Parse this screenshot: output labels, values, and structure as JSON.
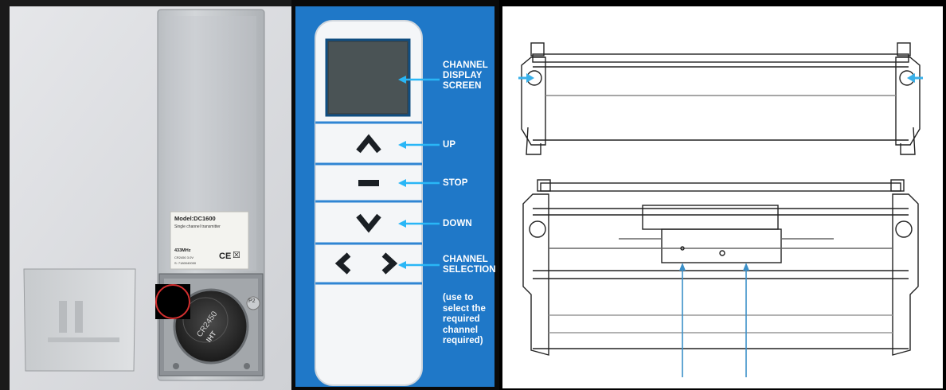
{
  "photo": {
    "label": {
      "model": "Model:DC1600",
      "description": "Single channel transmitter",
      "frequency": "433MHz",
      "battery_small": "CR2450 3.0V",
      "serial": "S: 7180040000"
    },
    "battery_text": "CR2450",
    "battery_brand": "IHT",
    "marking": "P2"
  },
  "remote": {
    "labels": {
      "display": "CHANNEL DISPLAY SCREEN",
      "up": "UP",
      "stop": "STOP",
      "down": "DOWN",
      "selection": "CHANNEL SELECTION",
      "note": "(use to select the required channel required)"
    },
    "colors": {
      "panel_blue": "#1a73c4",
      "arrow": "#29b6f6"
    },
    "icons": [
      "chevron-up-icon",
      "dash-icon",
      "chevron-down-icon",
      "chevron-left-icon",
      "chevron-right-icon"
    ]
  },
  "diagram": {
    "colors": {
      "arrow": "#3ab0e8",
      "pointer": "#3a8fc8"
    }
  }
}
